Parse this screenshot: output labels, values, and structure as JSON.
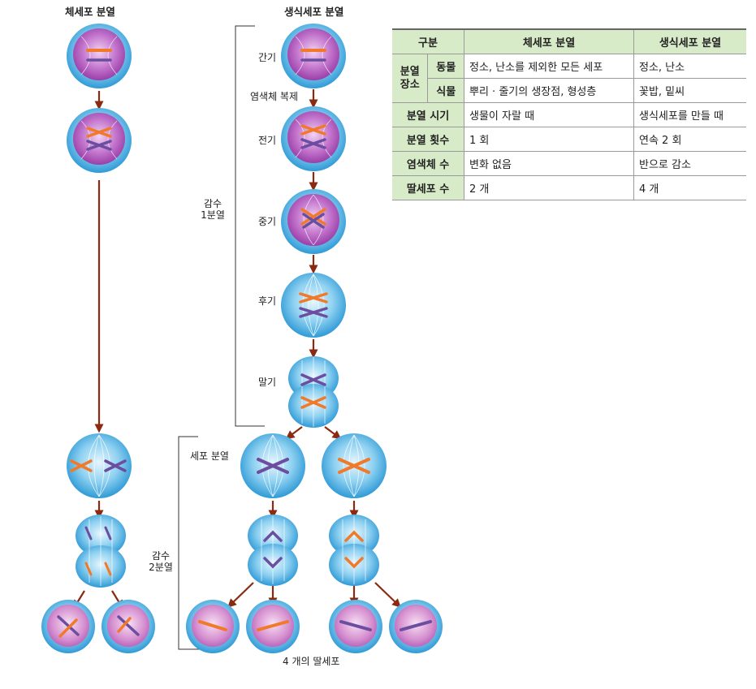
{
  "headers": {
    "somatic": "체세포 분열",
    "germ": "생식세포 분열"
  },
  "stages": {
    "interphase": "간기",
    "replication": "염색체 복제",
    "prophase": "전기",
    "metaphase": "중기",
    "anaphase": "후기",
    "telophase": "말기",
    "cell_division": "세포 분열"
  },
  "brackets": {
    "meiosis1": [
      "감수",
      "1분열"
    ],
    "meiosis2": [
      "감수",
      "2분열"
    ]
  },
  "daughter_caption": "4 개의 딸세포",
  "table": {
    "columns": [
      "구분",
      "체세포 분열",
      "생식세포 분열"
    ],
    "place_label": [
      "분열",
      "장소"
    ],
    "place_rows": [
      {
        "sub": "동물",
        "somatic": "정소, 난소를 제외한 모든 세포",
        "germ": "정소, 난소"
      },
      {
        "sub": "식물",
        "somatic": "뿌리 · 줄기의 생장점, 형성층",
        "germ": "꽃밥, 밑씨"
      }
    ],
    "rows": [
      {
        "label": "분열 시기",
        "somatic": "생물이 자랄 때",
        "germ": "생식세포를 만들 때"
      },
      {
        "label": "분열 횟수",
        "somatic": "1 회",
        "germ": "연속 2 회"
      },
      {
        "label": "염색체 수",
        "somatic": "변화 없음",
        "germ": "반으로 감소"
      },
      {
        "label": "딸세포 수",
        "somatic": "2 개",
        "germ": "4 개"
      }
    ]
  },
  "colors": {
    "cell_outer": "#3fa9e0",
    "cell_purple": "#b25bbf",
    "chromosome_orange": "#f07a2a",
    "chromosome_violet": "#6b4ea0",
    "arrow": "#8b2a10",
    "table_header": "#d8ebc8"
  }
}
